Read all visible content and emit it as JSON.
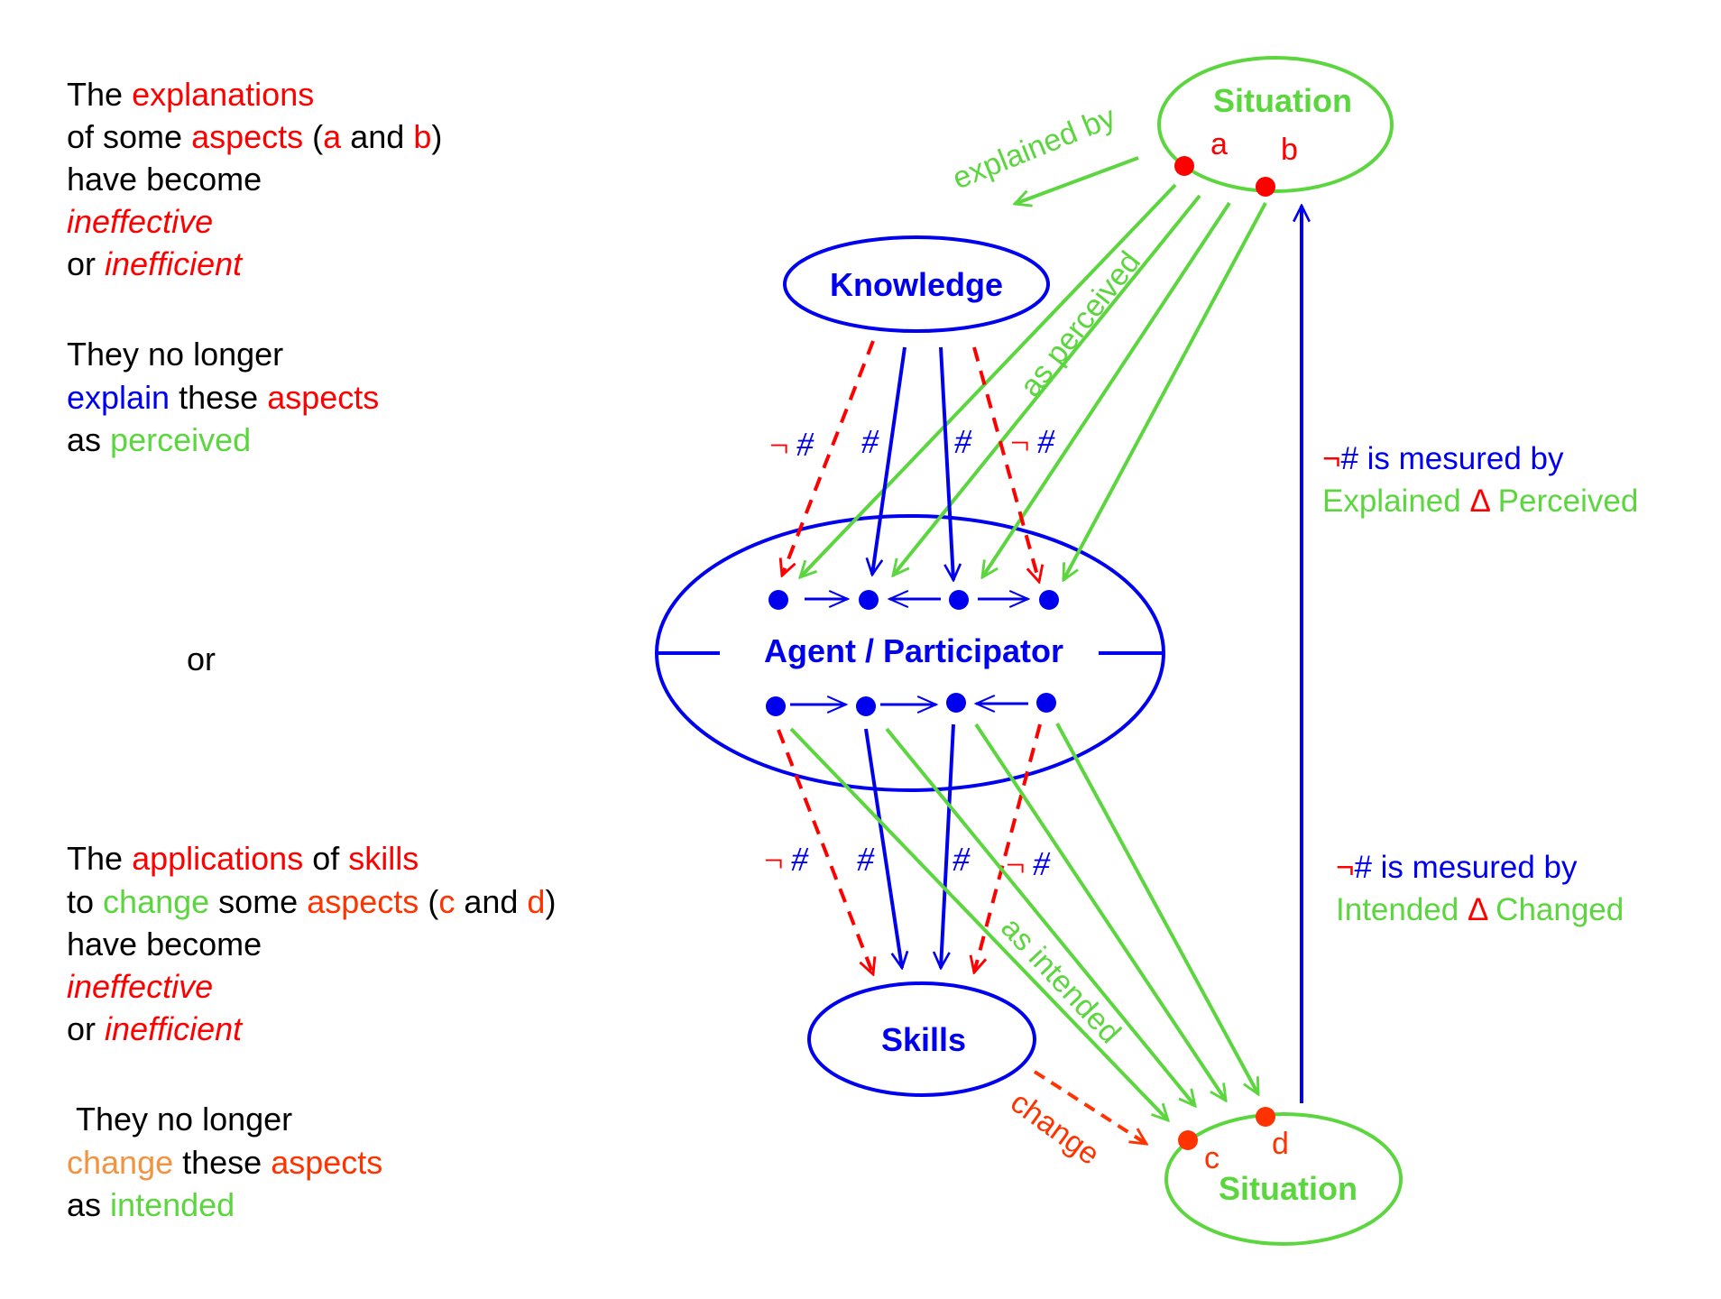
{
  "colors": {
    "black": "#000000",
    "red": "#ff0000",
    "orange_red": "#ff3300",
    "light_orange": "#f29340",
    "green": "#5cd63e",
    "blue": "#0000ee"
  },
  "left_panel": {
    "upper_block": {
      "line1": {
        "w1": "The",
        "w2": "explanations"
      },
      "line2": {
        "w1": "of some",
        "w2": "aspects",
        "w3": "(",
        "w4": "a",
        "w5": "and",
        "w6": "b",
        "w7": ")"
      },
      "line3": {
        "w1": "have become"
      },
      "line4": {
        "w1": "ineffective"
      },
      "line5": {
        "w1": "or",
        "w2": "inefficient"
      },
      "line6": {
        "w1": "They no longer"
      },
      "line7": {
        "w1": "explain",
        "w2": "these",
        "w3": "aspects"
      },
      "line8": {
        "w1": "as",
        "w2": "perceived"
      }
    },
    "separator": "or",
    "lower_block": {
      "line1": {
        "w1": "The",
        "w2": "applications",
        "w3": "of",
        "w4": "skills"
      },
      "line2": {
        "w1": "to",
        "w2": "change",
        "w3": "some",
        "w4": "aspects",
        "w5": "(",
        "w6": "c",
        "w7": "and",
        "w8": "d",
        "w9": ")"
      },
      "line3": {
        "w1": "have become"
      },
      "line4": {
        "w1": "ineffective"
      },
      "line5": {
        "w1": "or",
        "w2": "inefficient"
      },
      "line6": {
        "w1": "They no longer"
      },
      "line7": {
        "w1": "change",
        "w2": "these",
        "w3": "aspects"
      },
      "line8": {
        "w1": "as",
        "w2": "intended"
      }
    }
  },
  "nodes": {
    "situation_top": {
      "label": "Situation",
      "points": [
        "a",
        "b"
      ]
    },
    "knowledge": {
      "label": "Knowledge"
    },
    "agent": {
      "label": "Agent / Participator",
      "top_row_links": [
        "→",
        "←",
        "→"
      ],
      "bottom_row_links": [
        "→",
        "→",
        "←"
      ]
    },
    "skills": {
      "label": "Skills"
    },
    "situation_bottom": {
      "label": "Situation",
      "points": [
        "c",
        "d"
      ]
    }
  },
  "edge_labels": {
    "explained_by": "explained by",
    "as_perceived": "as perceived",
    "as_intended": "as intended",
    "change": "change",
    "neg": "¬",
    "hash": "#"
  },
  "measures": {
    "upper": {
      "neg": "¬",
      "line1": "# is mesured by",
      "w1": "Explained",
      "delta": "Δ",
      "w2": "Perceived"
    },
    "lower": {
      "neg": "¬",
      "line1": "# is mesured by",
      "w1": "Intended",
      "delta": "Δ",
      "w2": "Changed"
    }
  }
}
